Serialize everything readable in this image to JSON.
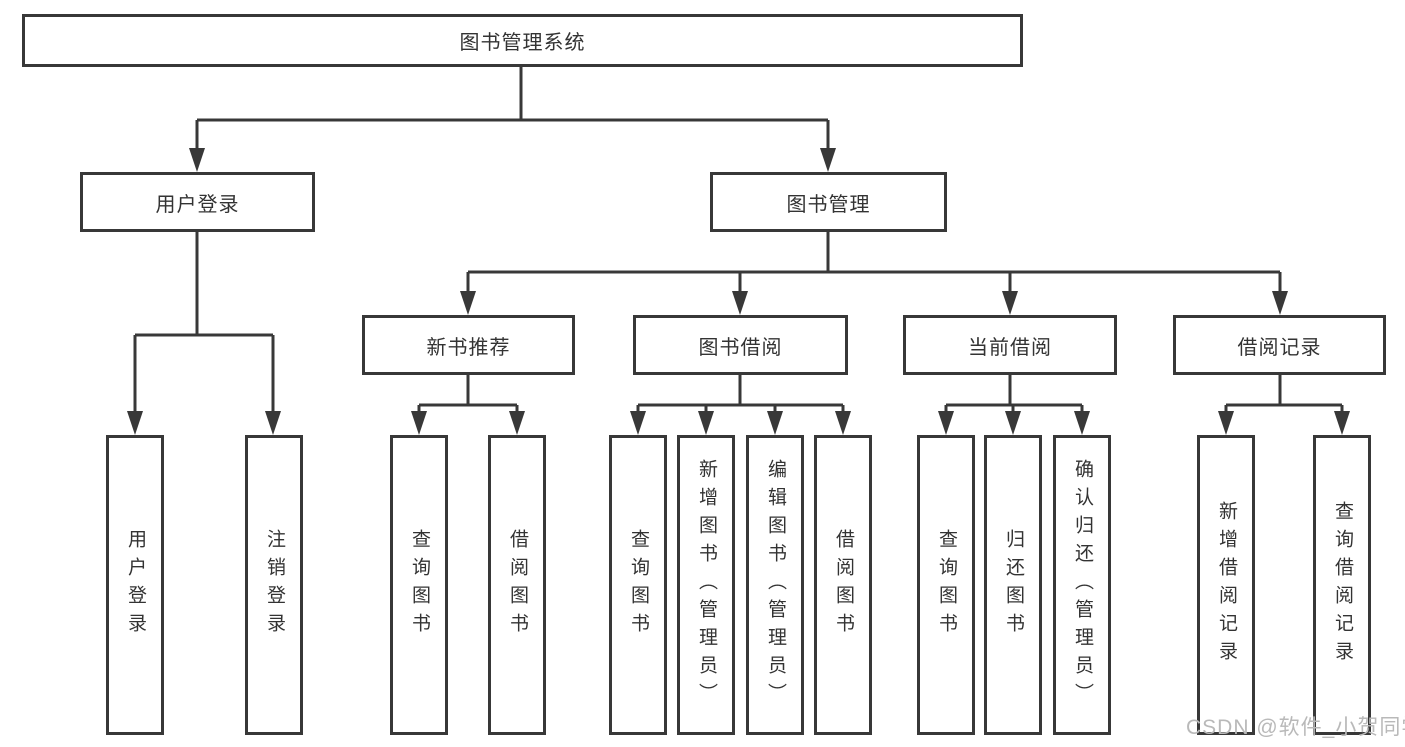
{
  "colors": {
    "line": "#383838",
    "box_border": "#383838",
    "box_background": "#ffffff",
    "text": "#333333",
    "watermark_text": "#b9b9b9"
  },
  "nodes": {
    "root": {
      "label": "图书管理系统"
    },
    "level2": [
      {
        "label": "用户登录"
      },
      {
        "label": "图书管理"
      }
    ],
    "level3": [
      {
        "label": "新书推荐"
      },
      {
        "label": "图书借阅"
      },
      {
        "label": "当前借阅"
      },
      {
        "label": "借阅记录"
      }
    ],
    "leaves": [
      {
        "label": "用户登录"
      },
      {
        "label": "注销登录"
      },
      {
        "label": "查询图书"
      },
      {
        "label": "借阅图书"
      },
      {
        "label": "查询图书"
      },
      {
        "label": "新增图书（管理员）"
      },
      {
        "label": "编辑图书（管理员）"
      },
      {
        "label": "借阅图书"
      },
      {
        "label": "查询图书"
      },
      {
        "label": "归还图书"
      },
      {
        "label": "确认归还（管理员）"
      },
      {
        "label": "新增借阅记录"
      },
      {
        "label": "查询借阅记录"
      }
    ]
  },
  "watermark": "CSDN @软件_小贺同学"
}
